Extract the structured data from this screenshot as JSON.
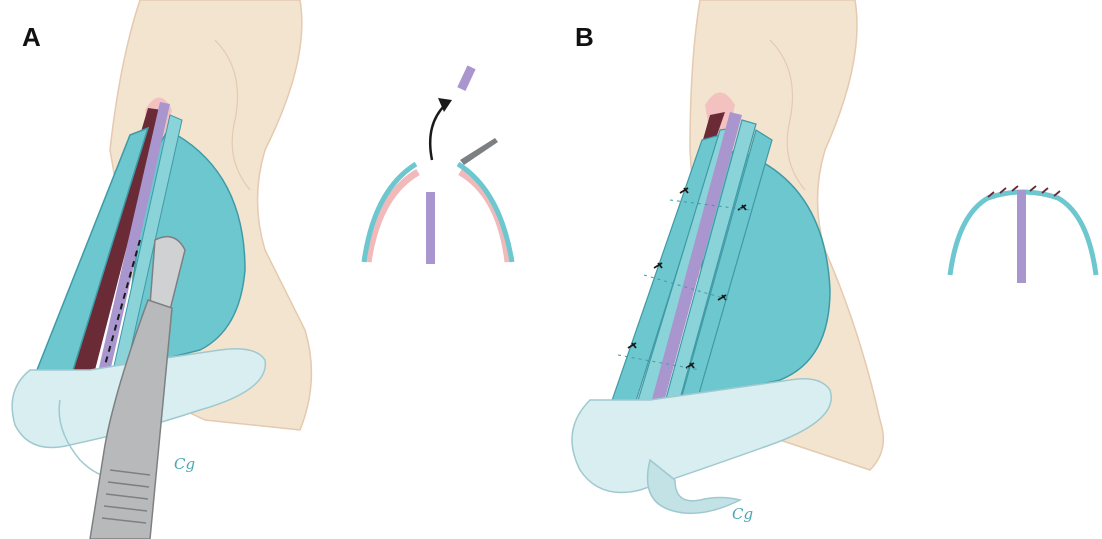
{
  "panels": [
    {
      "label": "A"
    },
    {
      "label": "B"
    }
  ],
  "signature_text": "Cg",
  "colors": {
    "skin": "#f3e4cf",
    "skin_outline": "#e5c9b0",
    "cartilage": "#6cc7cf",
    "cartilage_dark": "#3f9aa6",
    "septum": "#a996cf",
    "mucosa": "#6a2a36",
    "alar": "#d8eef1",
    "scalpel": "#b7b9bb",
    "scalpel_dark": "#7d8083",
    "arrow": "#1a1a1a",
    "skin_pink": "#f2b9bb"
  }
}
